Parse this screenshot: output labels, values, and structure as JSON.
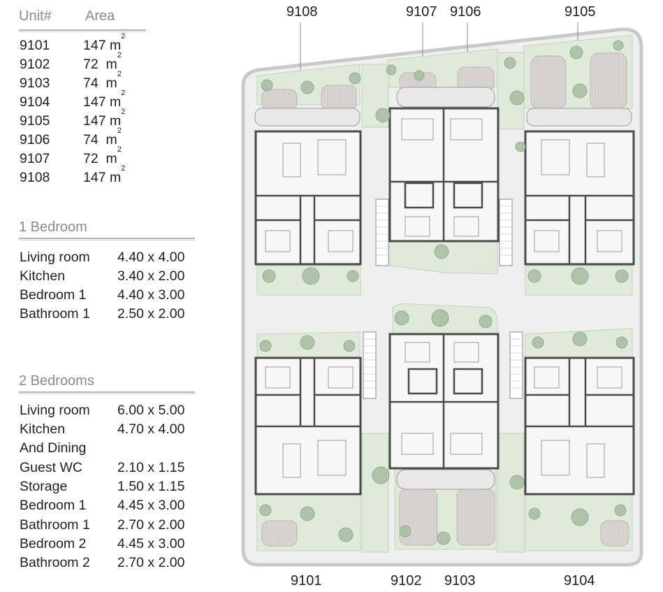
{
  "units_table": {
    "header_unit": "Unit#",
    "header_area": "Area",
    "unit_sq": "m",
    "sq_exp": "2",
    "rows": [
      {
        "unit": "9101",
        "area": "147"
      },
      {
        "unit": "9102",
        "area": "72"
      },
      {
        "unit": "9103",
        "area": "74"
      },
      {
        "unit": "9104",
        "area": "147"
      },
      {
        "unit": "9105",
        "area": "147"
      },
      {
        "unit": "9106",
        "area": "74"
      },
      {
        "unit": "9107",
        "area": "72"
      },
      {
        "unit": "9108",
        "area": "147"
      }
    ]
  },
  "one_bedroom": {
    "title": "1 Bedroom",
    "rooms": [
      {
        "name": "Living room",
        "size": "4.40 x 4.00"
      },
      {
        "name": "Kitchen",
        "size": "3.40 x 2.00"
      },
      {
        "name": "Bedroom 1",
        "size": "4.40 x 3.00"
      },
      {
        "name": "Bathroom 1",
        "size": "2.50 x 2.00"
      }
    ]
  },
  "two_bedrooms": {
    "title": "2 Bedrooms",
    "rooms": [
      {
        "name": "Living room",
        "size": "6.00 x 5.00"
      },
      {
        "name": "Kitchen",
        "size": "4.70 x 4.00"
      },
      {
        "name": "And Dining",
        "size": ""
      },
      {
        "name": "Guest WC",
        "size": "2.10  x 1.15"
      },
      {
        "name": "Storage",
        "size": "1.50  x 1.15"
      },
      {
        "name": "Bedroom 1",
        "size": "4.45 x 3.00"
      },
      {
        "name": "Bathroom 1",
        "size": "2.70 x 2.00"
      },
      {
        "name": "Bedroom 2",
        "size": "4.45 x 3.00"
      },
      {
        "name": "Bathroom 2",
        "size": "2.70 x 2.00"
      }
    ]
  },
  "plan_labels": {
    "top": [
      "9108",
      "9107",
      "9106",
      "9105"
    ],
    "bottom": [
      "9101",
      "9102",
      "9103",
      "9104"
    ]
  },
  "colors": {
    "site_outline": "#c9cbc9",
    "site_fill": "#eeeeee",
    "garden": "#dfeadc",
    "wall": "#4a4a4a",
    "tree": "#9fb79a",
    "text_gray": "#8a8a8a"
  }
}
